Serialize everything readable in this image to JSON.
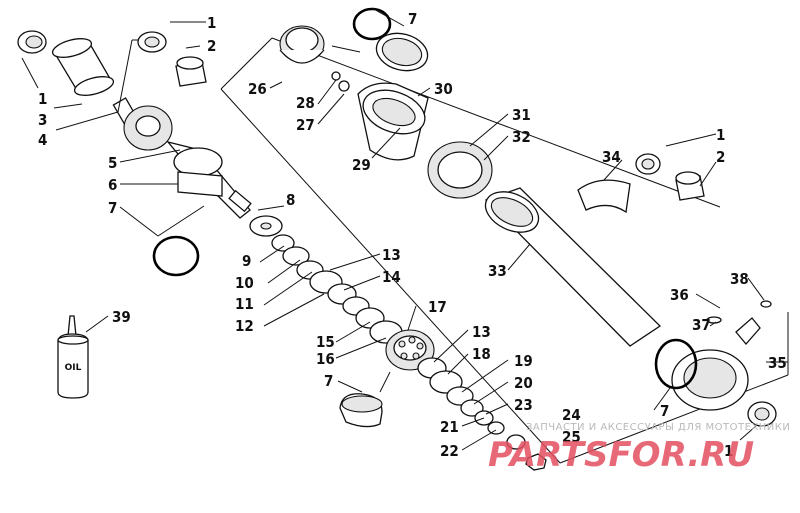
{
  "callouts": {
    "c1a": "1",
    "c2a": "2",
    "c1b": "1",
    "c3": "3",
    "c4": "4",
    "c5": "5",
    "c6": "6",
    "c7a": "7",
    "c8": "8",
    "c9": "9",
    "c10": "10",
    "c11": "11",
    "c12": "12",
    "c13a": "13",
    "c14": "14",
    "c15": "15",
    "c16": "16",
    "c17": "17",
    "c7b": "7",
    "c13b": "13",
    "c18": "18",
    "c19": "19",
    "c20": "20",
    "c21": "21",
    "c22": "22",
    "c23": "23",
    "c24": "24",
    "c25": "25",
    "c7c": "7",
    "c26": "26",
    "c28": "28",
    "c27": "27",
    "c30": "30",
    "c29": "29",
    "c31": "31",
    "c32": "32",
    "c34": "34",
    "c1c": "1",
    "c2b": "2",
    "c33": "33",
    "c38": "38",
    "c36": "36",
    "c37": "37",
    "c35": "35",
    "c7d": "7",
    "c1d": "1",
    "c39": "39"
  },
  "bottle_label": "OIL",
  "watermark": {
    "tagline": "ЗАПЧАСТИ И АКСЕССУАРЫ ДЛЯ МОТОТЕХНИКИ",
    "logo": "PARTSFOR.RU"
  }
}
